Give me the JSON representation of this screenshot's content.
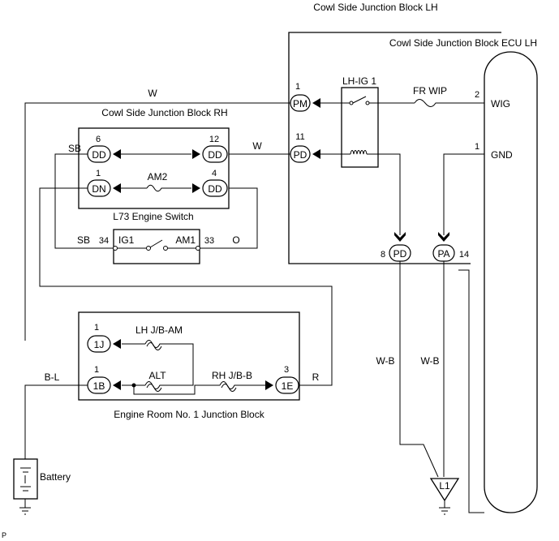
{
  "blocks": {
    "cowl_lh_title": "Cowl Side Junction Block LH",
    "cowl_lh_ecu": "Cowl Side Junction Block  ECU LH",
    "cowl_rh": "Cowl Side Junction Block RH",
    "engine_switch": "L73 Engine Switch",
    "engine_room": "Engine Room No. 1 Junction Block",
    "battery": "Battery"
  },
  "relay": {
    "name": "LH-IG 1"
  },
  "fuses": {
    "fr_wip": "FR WIP",
    "am2": "AM2",
    "lh_jb_am": "LH J/B-AM",
    "alt": "ALT",
    "rh_jb_b": "RH J/B-B"
  },
  "connectors": {
    "pm": {
      "code": "PM",
      "pin": "1"
    },
    "pd_in": {
      "code": "PD",
      "pin": "11"
    },
    "pd_out": {
      "code": "PD",
      "pin": "8"
    },
    "pa": {
      "code": "PA",
      "pin": "14"
    },
    "dd6": {
      "code": "DD",
      "pin": "6"
    },
    "dd12": {
      "code": "DD",
      "pin": "12"
    },
    "dn1": {
      "code": "DN",
      "pin": "1"
    },
    "dd4": {
      "code": "DD",
      "pin": "4"
    },
    "j1": {
      "code": "1J",
      "pin": "1"
    },
    "b1": {
      "code": "1B",
      "pin": "1"
    },
    "e1": {
      "code": "1E",
      "pin": "3"
    }
  },
  "ecu": {
    "wig": {
      "name": "WIG",
      "pin": "2"
    },
    "gnd": {
      "name": "GND",
      "pin": "1"
    }
  },
  "switch": {
    "ig1": {
      "name": "IG1",
      "pin": "34"
    },
    "am1": {
      "name": "AM1",
      "pin": "33"
    }
  },
  "wire_colors": {
    "w_top": "W",
    "w_mid": "W",
    "sb_top": "SB",
    "sb_bottom": "SB",
    "o": "O",
    "bl": "B-L",
    "r": "R",
    "wb1": "W-B",
    "wb2": "W-B"
  },
  "ground": {
    "name": "L1"
  },
  "footer": {
    "code": "P"
  }
}
